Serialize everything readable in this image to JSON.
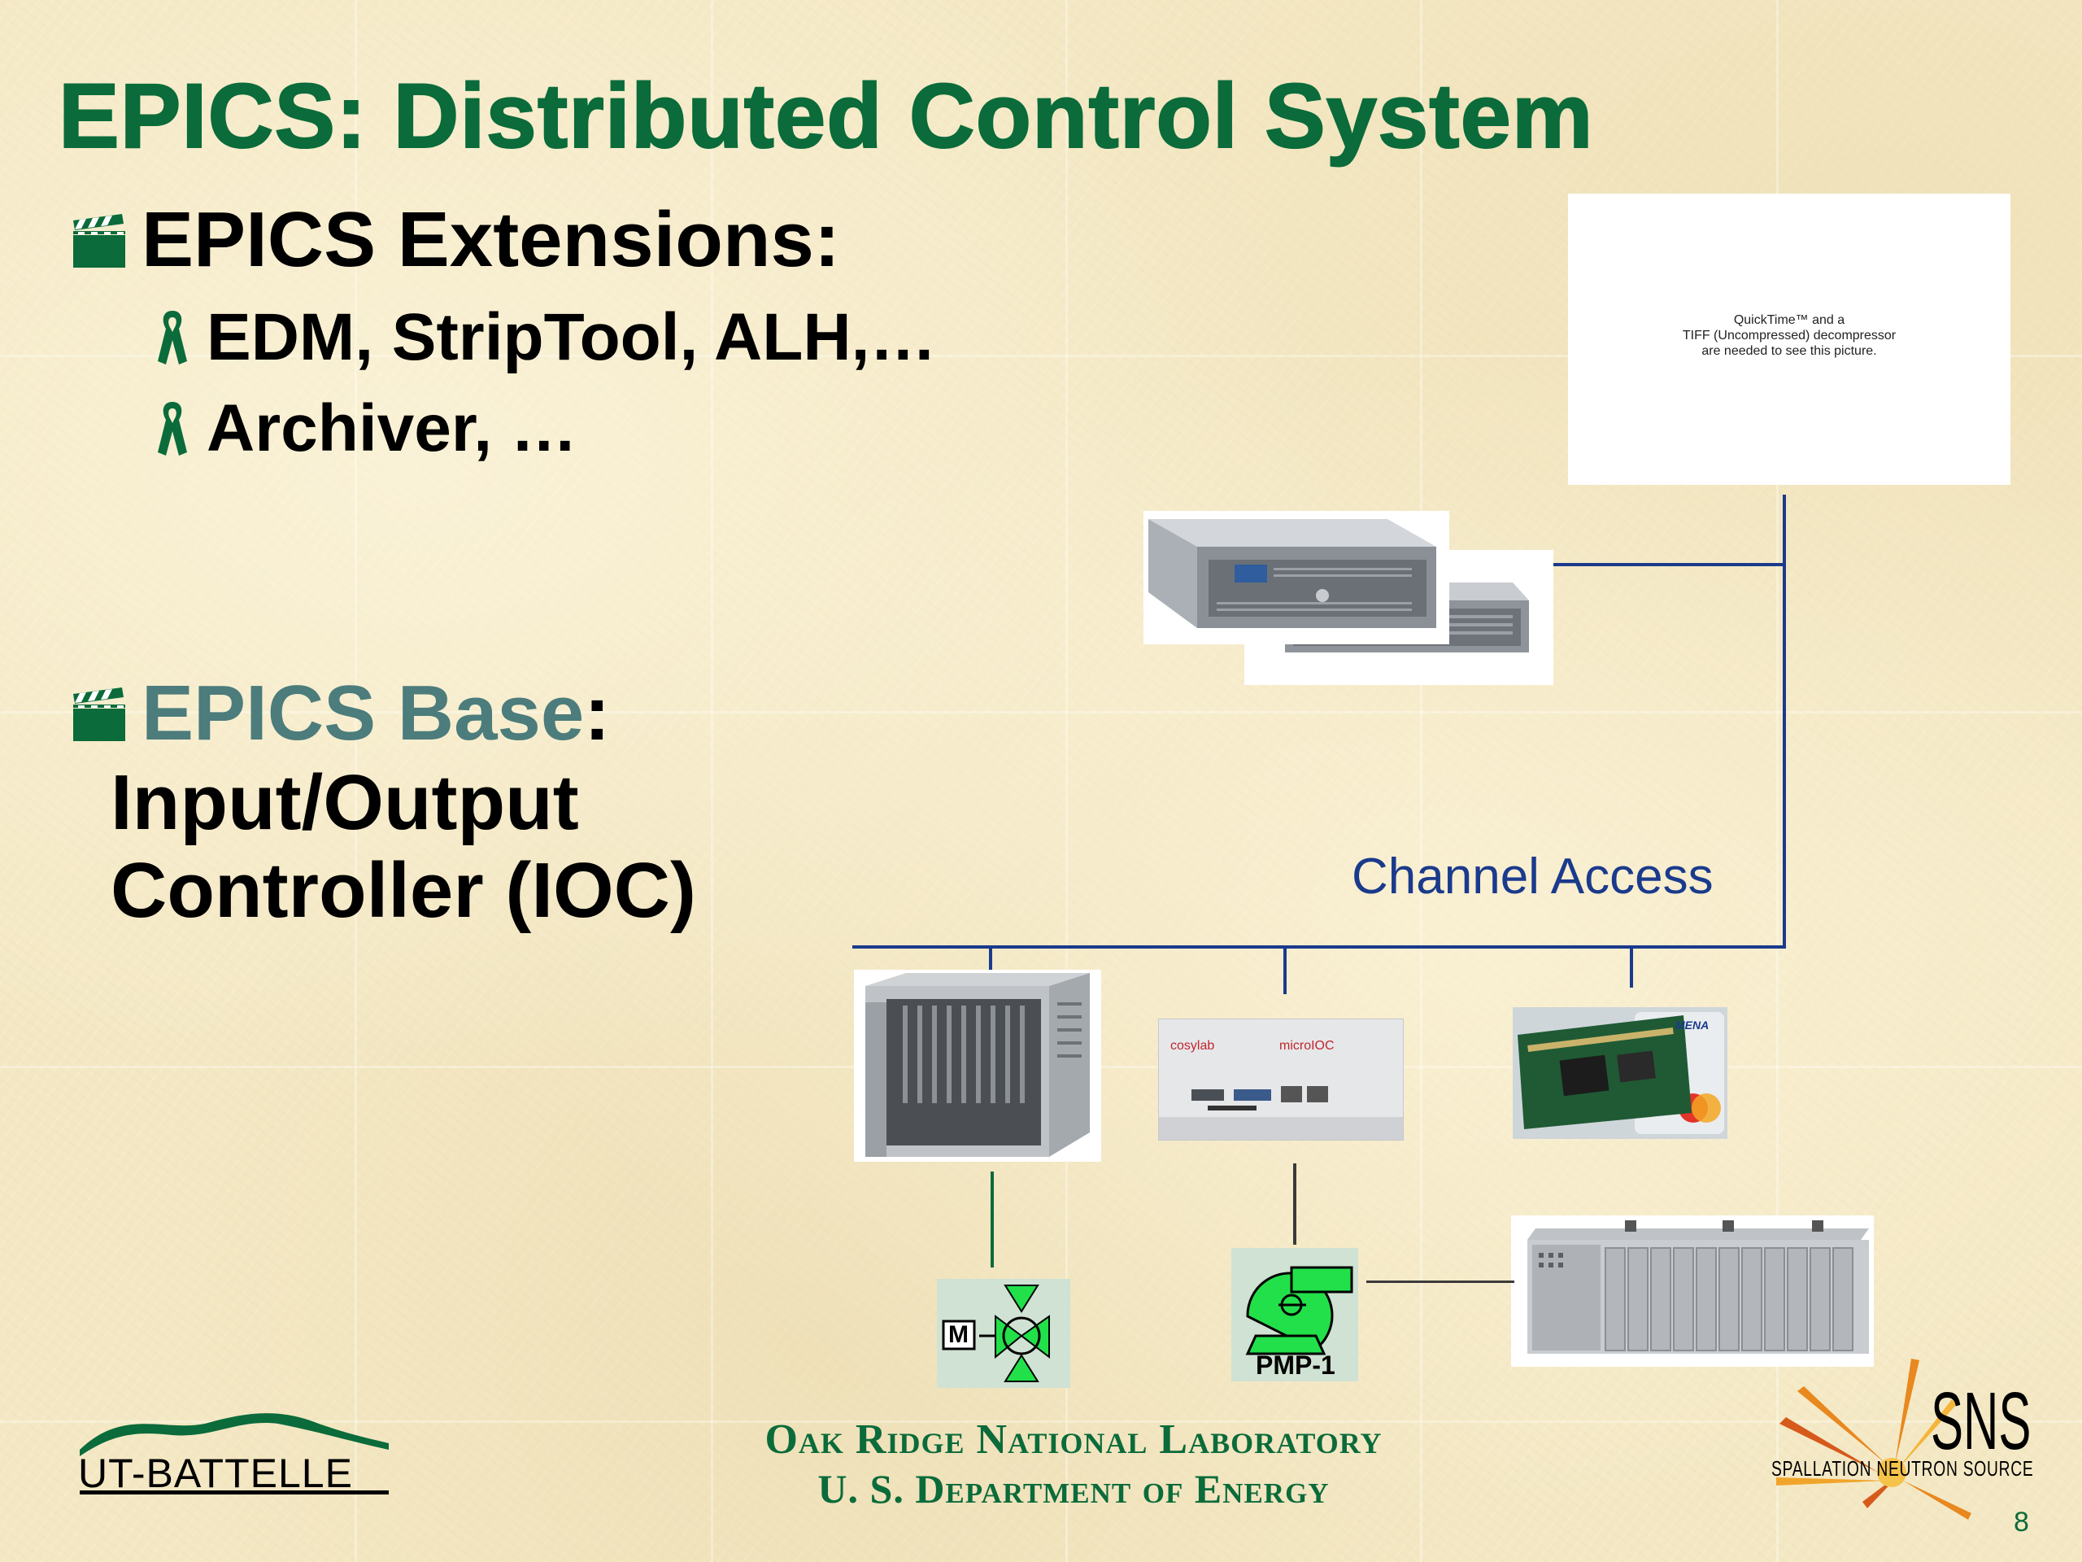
{
  "slide": {
    "title": "EPICS: Distributed Control System",
    "page_number": "8"
  },
  "extensions": {
    "heading": "EPICS Extensions:",
    "items": [
      "EDM, StripTool, ALH,…",
      "Archiver, …"
    ]
  },
  "base": {
    "highlight": "EPICS Base",
    "colon": ":",
    "line2": "Input/Output",
    "line3": "Controller (IOC)"
  },
  "quicktime": {
    "line1": "QuickTime™ and a",
    "line2": "TIFF (Uncompressed) decompressor",
    "line3": "are needed to see this picture."
  },
  "network": {
    "label": "Channel Access"
  },
  "devices": {
    "pump_label": "PMP-1",
    "valve_label": "M",
    "microioc_brand": "cosylab",
    "microioc_model": "microIOC",
    "card_brand": "MENA"
  },
  "footer": {
    "left_logo": "UT-BATTELLE",
    "org_line1": "Oak Ridge National Laboratory",
    "org_line2": "U. S. Department of Energy",
    "right_logo": "SNS",
    "right_logo_sub": "SPALLATION NEUTRON SOURCE"
  },
  "colors": {
    "title_green": "#0b6b3a",
    "wire_blue": "#1a3a8c",
    "base_teal": "#4c7c7c",
    "background": "#f4e8c4"
  },
  "icons": [
    "clapperboard-bullet-icon",
    "ribbon-bullet-icon",
    "valve-icon",
    "pump-icon",
    "ut-battelle-logo",
    "sns-logo"
  ]
}
